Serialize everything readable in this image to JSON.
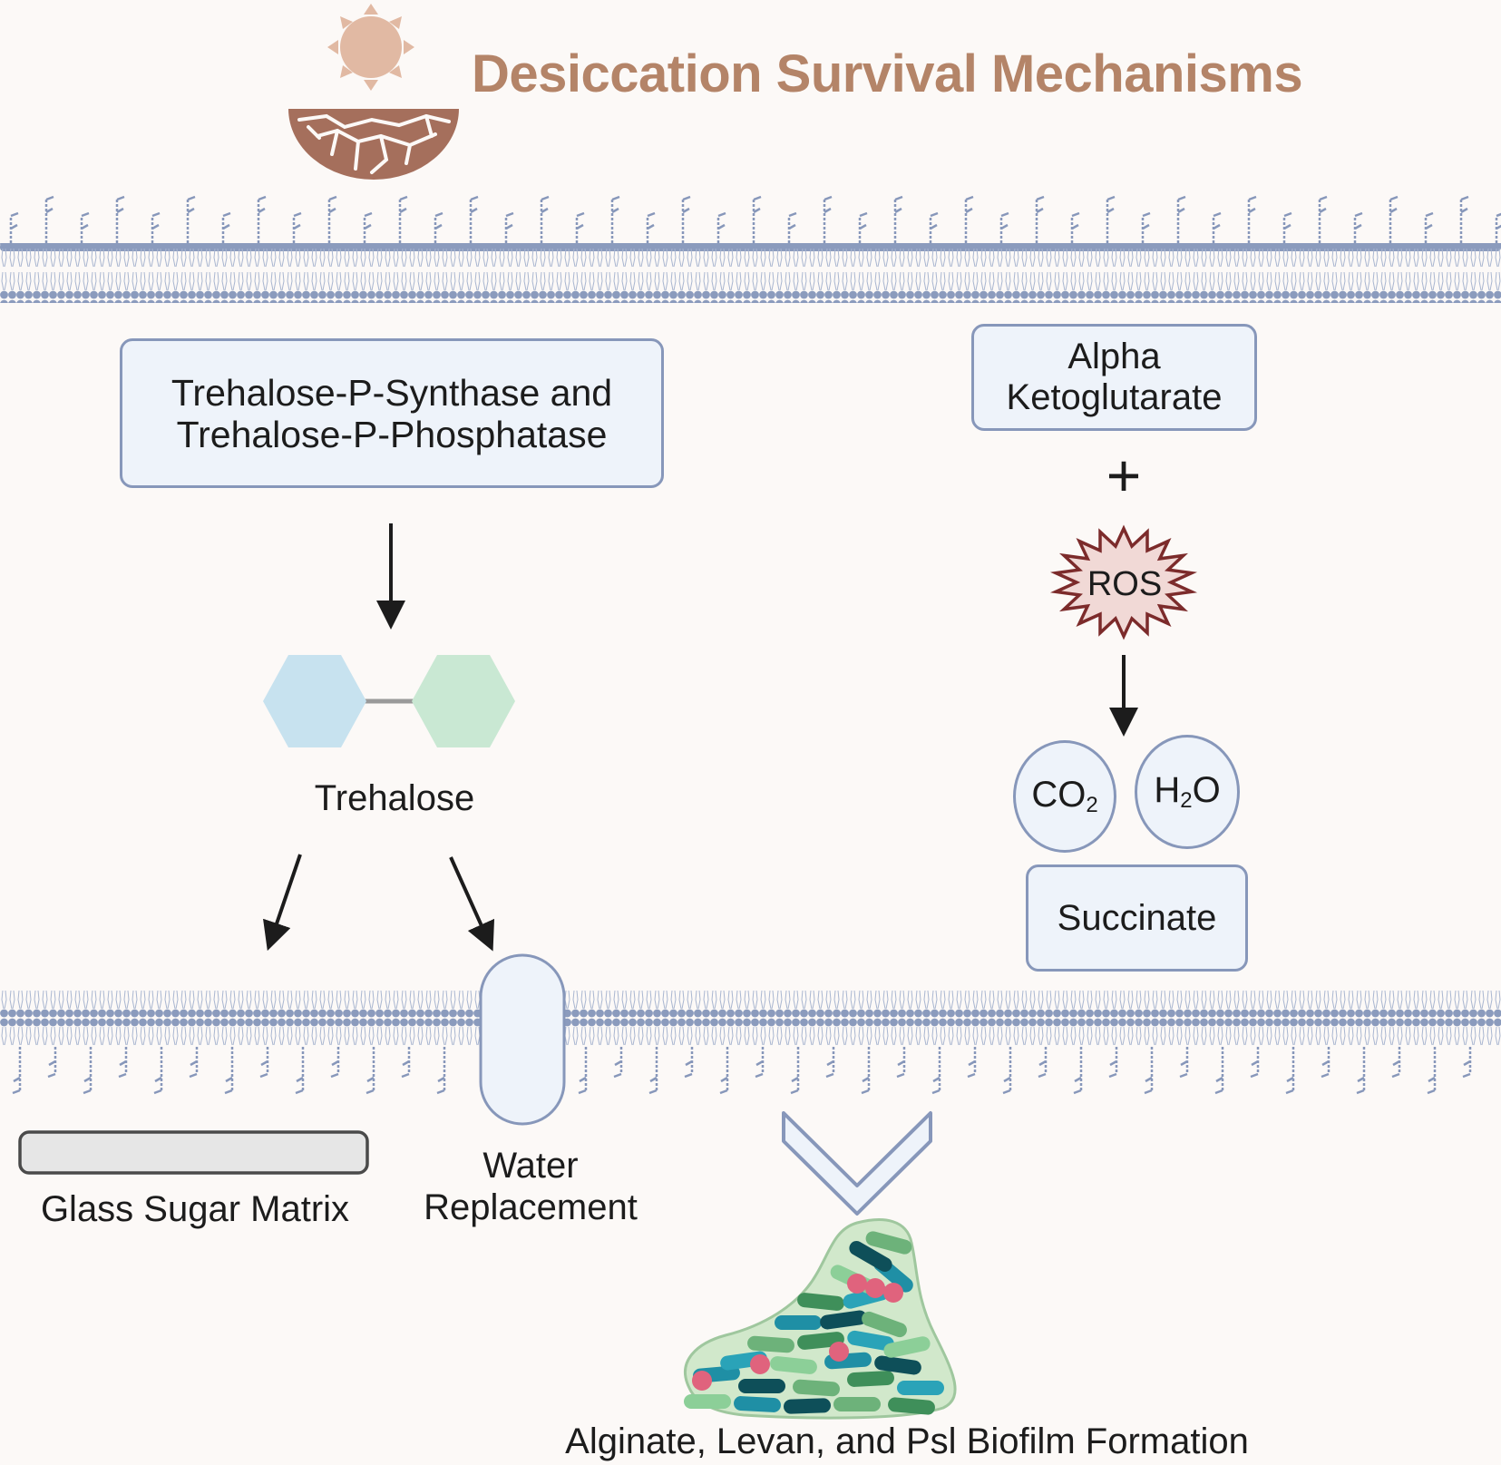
{
  "title": "Desiccation Survival Mechanisms",
  "left_pathway": {
    "enzyme_box": [
      "Trehalose-P-Synthase and",
      "Trehalose-P-Phosphatase"
    ],
    "product": "Trehalose",
    "outcome_glass": "Glass Sugar Matrix",
    "outcome_water": [
      "Water",
      "Replacement"
    ]
  },
  "right_pathway": {
    "substrate_box": [
      "Alpha",
      "Ketoglutarate"
    ],
    "plus": "+",
    "ros": "ROS",
    "co2": {
      "base": "CO",
      "sub": "2"
    },
    "h2o": {
      "pre": "H",
      "sub": "2",
      "post": "O"
    },
    "succinate": "Succinate"
  },
  "biofilm_label": "Alginate, Levan, and Psl Biofilm Formation",
  "colors": {
    "title": "#b48468",
    "box_fill": "#eef3fa",
    "box_border": "#8797ba",
    "membrane": "#8797ba",
    "hex_blue": "#c7e2ef",
    "hex_green": "#c9e8d3",
    "ros_fill": "#f1d9d6",
    "ros_stroke": "#7c2b2b",
    "sun": "#e1b9a3",
    "soil": "#a56f5c"
  },
  "icons": [
    "sun-icon",
    "cracked-soil-icon",
    "trehalose-molecule-icon",
    "water-channel-icon",
    "chevron-down-icon",
    "biofilm-icon"
  ]
}
